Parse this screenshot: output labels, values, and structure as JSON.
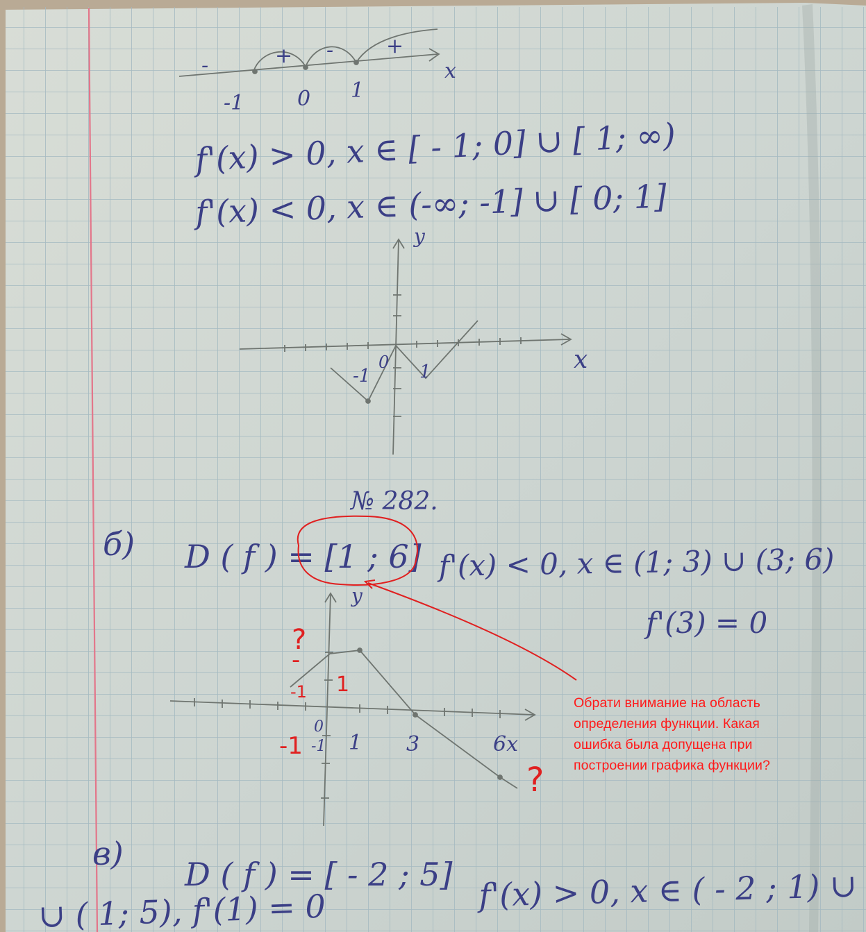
{
  "sign_chart": {
    "signs": [
      "-",
      "+",
      "-",
      "+"
    ],
    "points": [
      "-1",
      "0",
      "1"
    ],
    "axis": "x"
  },
  "line1": "f'(x) > 0,  x ∈ [ - 1; 0] ∪ [ 1; ∞)",
  "line2": "f'(x) < 0,  x ∈ (-∞; -1] ∪ [ 0; 1]",
  "graph1": {
    "x_axis": "x",
    "y_axis": "y",
    "labels": [
      "-1",
      "0",
      "1"
    ]
  },
  "problem_number": "№ 282.",
  "part_b": {
    "label": "б)",
    "domain": "D ( f ) = [1 ; 6]",
    "derivative": "f'(x) < 0,  x ∈ (1; 3) ∪ (3; 6)",
    "stationary": "f'(3) = 0"
  },
  "graph2": {
    "x_axis": "x",
    "y_axis": "y",
    "x_labels": [
      "-1",
      "0",
      "1",
      "3",
      "6x"
    ],
    "y_labels": [
      "1",
      "-1"
    ],
    "teacher_marks": {
      "question_left": "?",
      "question_right": "?",
      "y_one": "1",
      "minus_one_left": "-1",
      "minus_one_axis": "-1"
    }
  },
  "teacher_comment": [
    "Обрати внимание на область",
    "определения функции. Какая",
    "ошибка была допущена при",
    "построении графика функции?"
  ],
  "part_v": {
    "label": "в)",
    "domain": "D ( f ) = [ - 2 ; 5]",
    "derivative": "f'(x) > 0,  x ∈ ( - 2 ; 1) ∪",
    "continuation": "∪ ( 1; 5),  f'(1) = 0"
  },
  "colors": {
    "paper": "#cfd7d2",
    "grid": "#9fb6bd",
    "margin_line": "#e3768a",
    "ink": "#3b3f86",
    "pencil": "#6f7570",
    "teacher_red": "#ff1a1a"
  }
}
